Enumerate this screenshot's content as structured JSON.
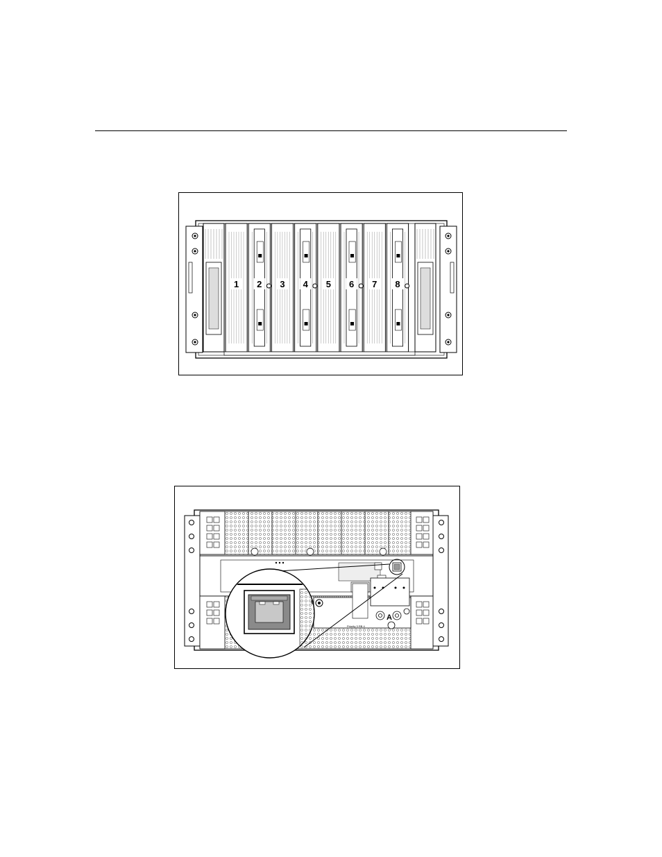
{
  "page": {
    "figures": [
      {
        "id": "enclosure-front",
        "bays": [
          "1",
          "2",
          "3",
          "4",
          "5",
          "6",
          "7",
          "8"
        ]
      },
      {
        "id": "enclosure-rear",
        "callout": "",
        "port_letter": "A",
        "small_label": "Priority 3 RB 4"
      }
    ]
  }
}
